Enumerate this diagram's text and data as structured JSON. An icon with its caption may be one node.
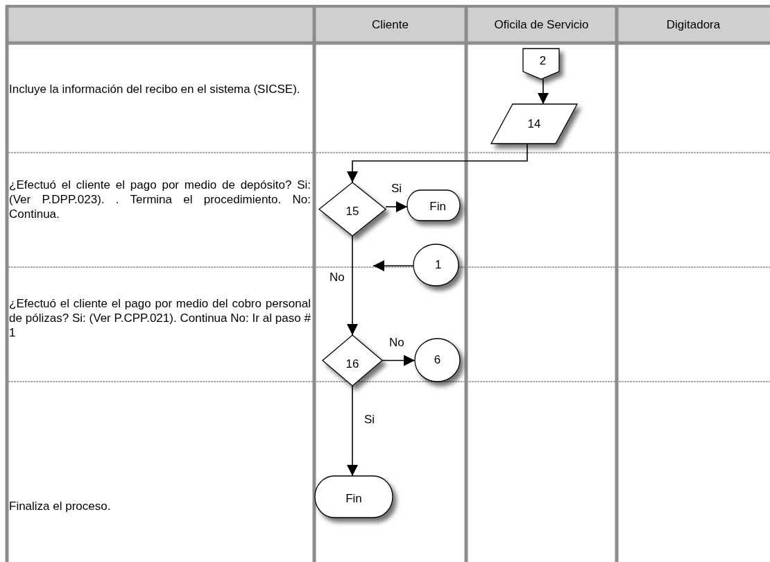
{
  "diagram": {
    "nodes": [
      {
        "text": [
          "2"
        ]
      },
      {
        "text": [
          "14"
        ]
      },
      {
        "text": [
          "15"
        ]
      },
      {
        "text": [
          "Fin"
        ]
      },
      {
        "text": [
          "1"
        ]
      },
      {
        "text": [
          "16"
        ]
      },
      {
        "text": [
          "6"
        ]
      },
      {
        "text": [
          "Fin"
        ]
      }
    ],
    "edges": [
      {
        "from": 0,
        "to": 1,
        "arrow": "to"
      },
      {
        "from": 1,
        "to": 2,
        "arrow": "to"
      },
      {
        "from": 2,
        "to": 3,
        "arrow": "to",
        "label": "Si"
      },
      {
        "from": 2,
        "to": 5,
        "arrow": "to",
        "label": "No"
      },
      {
        "from": 4,
        "to": null,
        "arrow": "to"
      },
      {
        "from": 5,
        "to": 6,
        "arrow": "to",
        "label": "No"
      },
      {
        "from": 5,
        "to": 7,
        "arrow": "to",
        "label": "Si"
      }
    ],
    "labels": [
      "Cliente",
      "Oficila de Servicio",
      "Digitadora",
      "Incluye la información del recibo en el sistema (SICSE).",
      "¿Efectuó el cliente el pago por medio de depósito? Si: (Ver P.DPP.023). . Termina el procedimiento. No: Continua.",
      "¿Efectuó el cliente el pago por medio del cobro personal de pólizas? Si: (Ver P.CPP.021). Continua No: Ir al paso # 1",
      "Finaliza el proceso."
    ]
  }
}
